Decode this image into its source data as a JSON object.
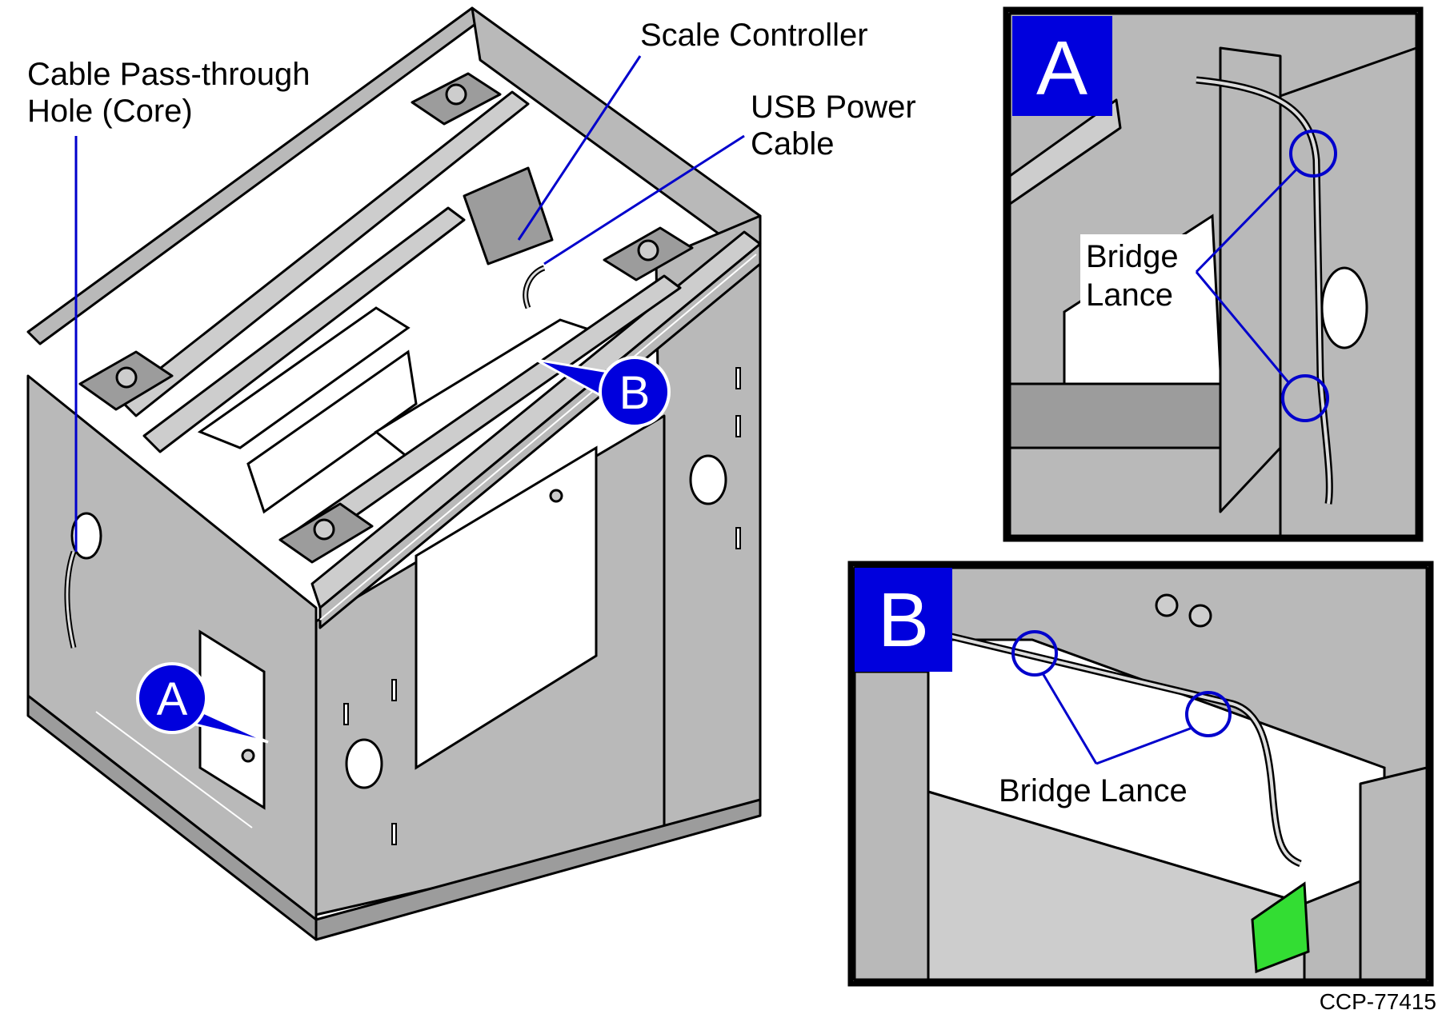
{
  "labels": {
    "cable_pass_through_line1": "Cable Pass-through",
    "cable_pass_through_line2": "Hole (Core)",
    "scale_controller": "Scale Controller",
    "usb_power_line1": "USB Power",
    "usb_power_line2": "Cable",
    "bridge_lance_a_line1": "Bridge",
    "bridge_lance_a_line2": "Lance",
    "bridge_lance_b": "Bridge Lance",
    "figure_id": "CCP-77415"
  },
  "callouts": {
    "a": "A",
    "b": "B"
  },
  "detail_panels": {
    "a_badge": "A",
    "b_badge": "B"
  },
  "colors": {
    "accent_blue": "#0000cc",
    "callout_fill": "#0000dd",
    "steel": "#b9b9b9",
    "highlight_green": "#33dd33"
  }
}
